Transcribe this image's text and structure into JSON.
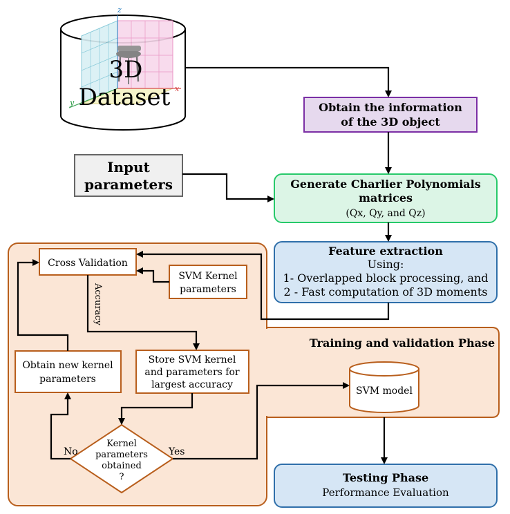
{
  "dataset": {
    "line1": "3D",
    "line2": "Dataset",
    "axis_x": "x",
    "axis_y": "y",
    "axis_z": "z"
  },
  "obtain_info": {
    "line1": "Obtain the information",
    "line2": "of the 3D object"
  },
  "input_params": {
    "line1": "Input",
    "line2": "parameters"
  },
  "charlier": {
    "line1": "Generate Charlier Polynomials",
    "line2": "matrices",
    "line3": "(Qx, Qy, and Qz)"
  },
  "feature": {
    "title": "Feature extraction",
    "line1": "Using:",
    "line2": "1- Overlapped block processing, and",
    "line3": "2 - Fast computation of 3D moments"
  },
  "training": {
    "phase_label": "Training and validation Phase"
  },
  "cross_validation": {
    "label": "Cross Validation"
  },
  "svm_kernel": {
    "line1": "SVM Kernel",
    "line2": "parameters"
  },
  "accuracy_label": "Accuracy",
  "store_svm": {
    "line1": "Store SVM kernel",
    "line2": "and parameters for",
    "line3": "largest accuracy"
  },
  "new_kernel": {
    "line1": "Obtain new kernel",
    "line2": "parameters"
  },
  "decision": {
    "line1": "Kernel",
    "line2": "parameters",
    "line3": "obtained",
    "line4": "?",
    "no": "No",
    "yes": "Yes"
  },
  "svm_model": {
    "label": "SVM model"
  },
  "testing": {
    "title": "Testing Phase",
    "subtitle": "Performance Evaluation"
  },
  "colors": {
    "purple_fill": "#e6d9ee",
    "purple_stroke": "#7b2fa5",
    "green_fill": "#dcf5e6",
    "green_stroke": "#27c96a",
    "blue_fill": "#d6e6f5",
    "blue_stroke": "#2f6faa",
    "orange_fill": "#fbe6d6",
    "orange_stroke": "#b85e1c",
    "gray_fill": "#f0f0f0",
    "gray_stroke": "#666666"
  }
}
